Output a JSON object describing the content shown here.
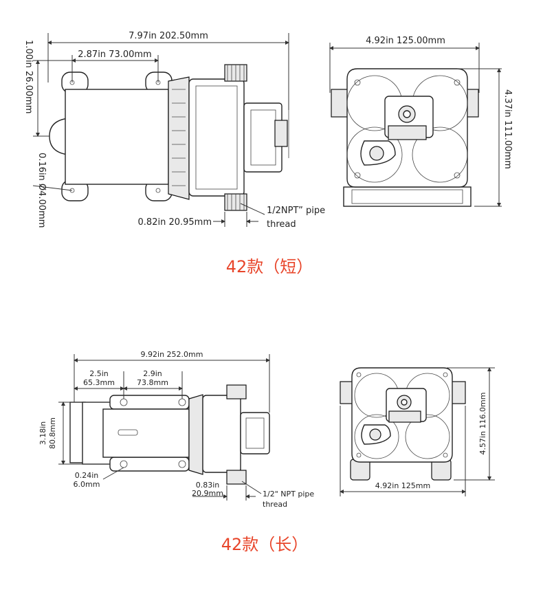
{
  "colors": {
    "caption": "#e8452a",
    "line": "#333333"
  },
  "top": {
    "caption": "42款（短）",
    "side": {
      "overall": "7.97in  202.50mm",
      "mount_spacing": "2.87in  73.00mm",
      "height_vertical": "1.00in  26.00mm",
      "hole_vertical": "0.16in  Ø4.00mm",
      "port_offset": "0.82in  20.95mm",
      "thread_line1": "1/2NPT” pipe",
      "thread_line2": "thread"
    },
    "front": {
      "width": "4.92in  125.00mm",
      "height_vertical": "4.37in  111.00mm"
    }
  },
  "bottom": {
    "caption": "42款（长）",
    "side": {
      "overall": "9.92in  252.0mm",
      "dim_a_line1": "2.5in",
      "dim_a_line2": "65.3mm",
      "dim_b_line1": "2.9in",
      "dim_b_line2": "73.8mm",
      "height_line1": "3.18in",
      "height_line2": "80.8mm",
      "hole_line1": "0.24in",
      "hole_line2": "6.0mm",
      "port_line1": "0.83in",
      "port_line2": "20.9mm",
      "thread_line1": "1/2\" NPT pipe",
      "thread_line2": "thread"
    },
    "front": {
      "width": "4.92in  125mm",
      "height_vertical": "4.57in  116.0mm"
    }
  }
}
